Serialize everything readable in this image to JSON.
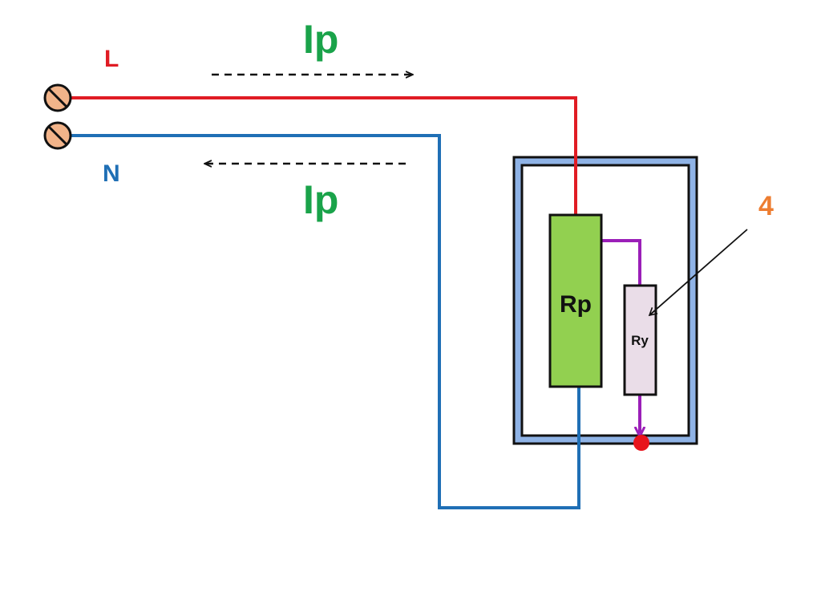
{
  "labels": {
    "line": "L",
    "neutral": "N",
    "current_top": "Ip",
    "current_bottom": "Ip",
    "resistor_main": "Rp",
    "resistor_small": "Ry",
    "callout": "4"
  },
  "colors": {
    "line_wire": "#e01c24",
    "neutral_wire": "#1f6fb5",
    "current_label": "#1aa34a",
    "terminal_fill": "#f2b48a",
    "enclosure_fill": "#8fb3e6",
    "resistor_main_fill": "#92d050",
    "resistor_small_fill": "#eadde8",
    "link_wire": "#9b1fb8",
    "contact_dot": "#e8141c",
    "callout_text": "#ed7d31"
  }
}
